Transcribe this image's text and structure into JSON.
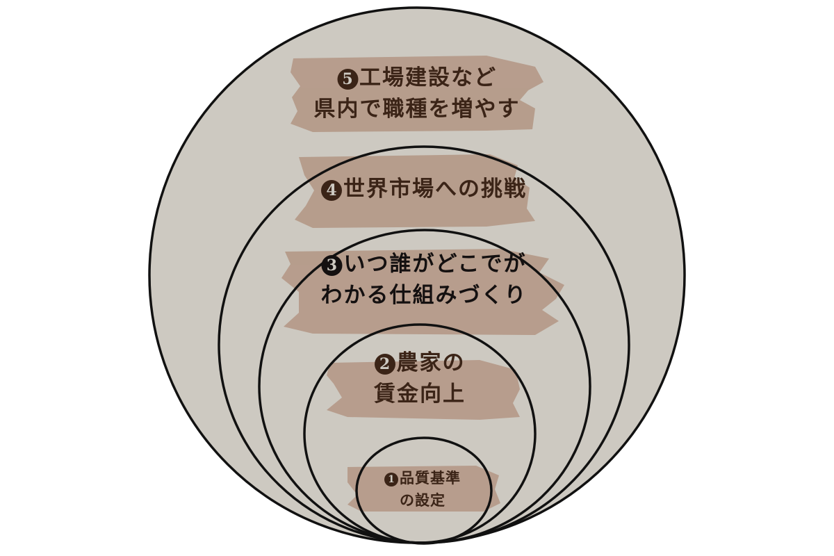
{
  "colors": {
    "fill": "#cdc9c1",
    "brush": "#b59b8a",
    "stroke": "#111111",
    "text": "#3b2417"
  },
  "rings": [
    {
      "number": "1",
      "lines": [
        "品質基準",
        "の設定"
      ]
    },
    {
      "number": "2",
      "lines": [
        "農家の",
        "賃金向上"
      ]
    },
    {
      "number": "3",
      "lines": [
        "いつ誰がどこでが",
        "わかる仕組みづくり"
      ]
    },
    {
      "number": "4",
      "lines": [
        "世界市場への挑戦"
      ]
    },
    {
      "number": "5",
      "lines": [
        "工場建設など",
        "県内で職種を増やす"
      ]
    }
  ]
}
